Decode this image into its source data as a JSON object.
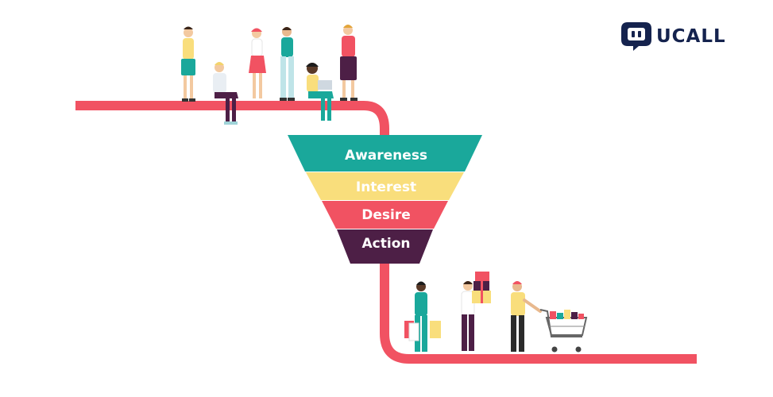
{
  "brand": {
    "name": "UCALL",
    "logo_icon": "chat-bubble-icon",
    "color": "#15234e"
  },
  "funnel": {
    "stages": [
      {
        "label": "Awareness",
        "color": "#1aa89b",
        "text_color": "#ffffff"
      },
      {
        "label": "Interest",
        "color": "#f9de7c",
        "text_color": "#ffffff"
      },
      {
        "label": "Desire",
        "color": "#f15262",
        "text_color": "#ffffff"
      },
      {
        "label": "Action",
        "color": "#4d1f46",
        "text_color": "#ffffff"
      }
    ],
    "path_color": "#f15262"
  },
  "illustration": {
    "top_group": "people-waiting-icon",
    "bottom_group": "customers-shopping-icon"
  }
}
